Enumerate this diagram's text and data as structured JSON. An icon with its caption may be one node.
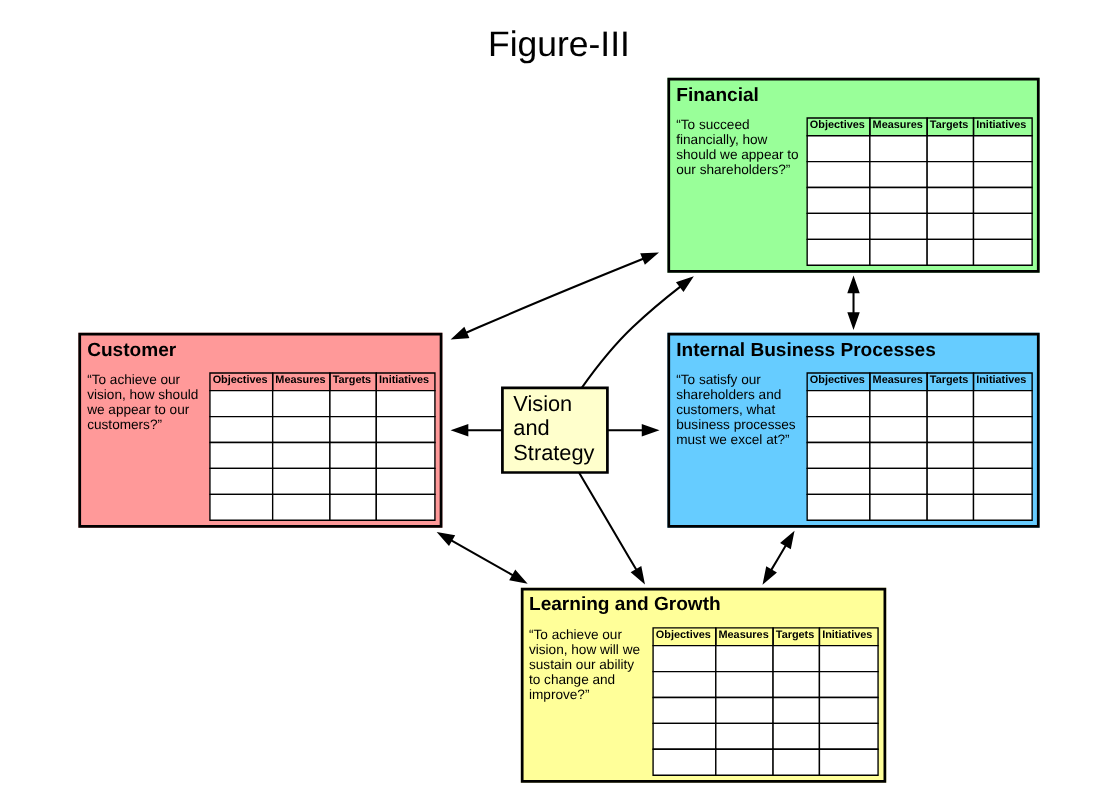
{
  "diagram": {
    "title": "Figure-III",
    "nodes": [
      {
        "text": [
          "Financial",
          "“To succeed financially, how should we appear to our shareholders?”",
          "Objectives",
          "Measures",
          "Targets",
          "Initiatives"
        ]
      },
      {
        "text": [
          "Customer",
          "“To achieve our vision, how should we appear to our customers?”",
          "Objectives",
          "Measures",
          "Targets",
          "Initiatives"
        ]
      },
      {
        "text": [
          "Vision and Strategy"
        ]
      },
      {
        "text": [
          "Internal Business Processes",
          "“To satisfy our shareholders and customers, what business processes must we excel at?”",
          "Objectives",
          "Measures",
          "Targets",
          "Initiatives"
        ]
      },
      {
        "text": [
          "Learning and Growth",
          "“To achieve our vision, how will we sustain our ability to change and improve?”",
          "Objectives",
          "Measures",
          "Targets",
          "Initiatives"
        ]
      }
    ],
    "edges": [
      {
        "from": 2,
        "to": 0,
        "arrow": "to"
      },
      {
        "from": 2,
        "to": 1,
        "arrow": "to"
      },
      {
        "from": 2,
        "to": 3,
        "arrow": "to"
      },
      {
        "from": 2,
        "to": 4,
        "arrow": "to"
      },
      {
        "from": 0,
        "to": 3,
        "arrow": "both"
      },
      {
        "from": 3,
        "to": 4,
        "arrow": "both"
      },
      {
        "from": 4,
        "to": 1,
        "arrow": "both"
      },
      {
        "from": 1,
        "to": 0,
        "arrow": "both"
      }
    ]
  }
}
